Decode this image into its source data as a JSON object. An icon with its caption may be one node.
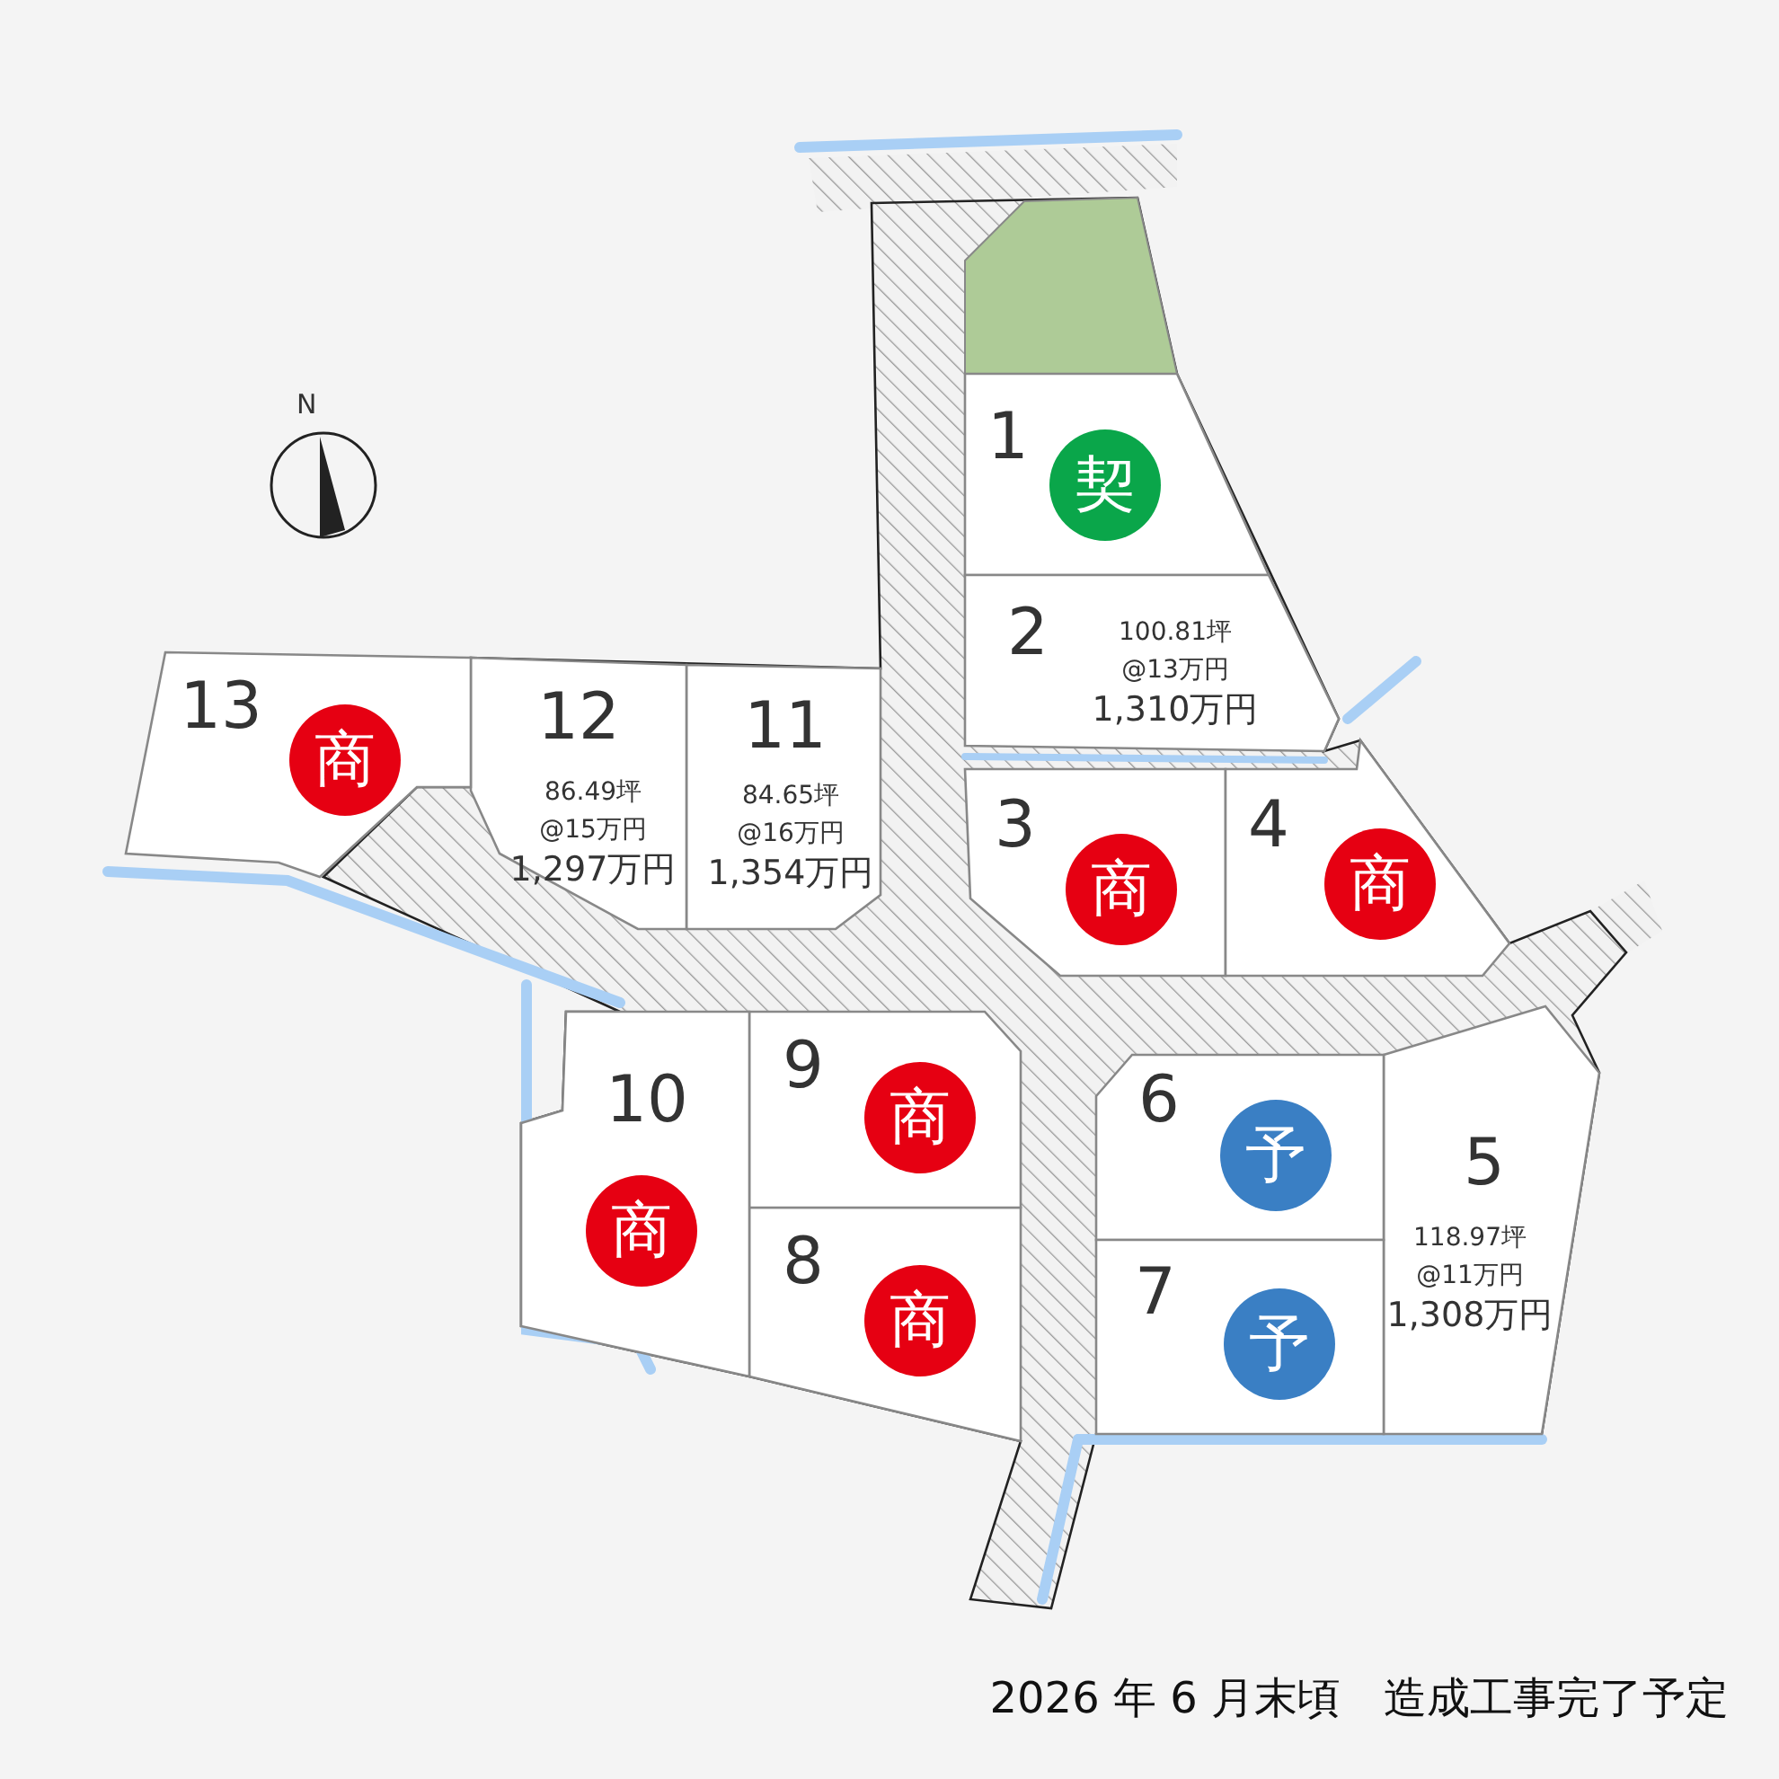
{
  "diagram": {
    "nodes": [
      {
        "text": [
          "1"
        ]
      },
      {
        "text": [
          "2",
          "100.81坪",
          "@13万円",
          "1,310万円"
        ]
      },
      {
        "text": [
          "3"
        ]
      },
      {
        "text": [
          "4"
        ]
      },
      {
        "text": [
          "5",
          "118.97坪",
          "@11万円",
          "1,308万円"
        ]
      },
      {
        "text": [
          "6"
        ]
      },
      {
        "text": [
          "7"
        ]
      },
      {
        "text": [
          "8"
        ]
      },
      {
        "text": [
          "9"
        ]
      },
      {
        "text": [
          "10"
        ]
      },
      {
        "text": [
          "11",
          "84.65坪",
          "@16万円",
          "1,354万円"
        ]
      },
      {
        "text": [
          "12",
          "86.49坪",
          "@15万円",
          "1,297万円"
        ]
      },
      {
        "text": [
          "13"
        ]
      },
      {
        "text": [
          "契"
        ],
        "in": 0
      },
      {
        "text": [
          "商"
        ],
        "in": 2
      },
      {
        "text": [
          "商"
        ],
        "in": 3
      },
      {
        "text": [
          "予"
        ],
        "in": 5
      },
      {
        "text": [
          "予"
        ],
        "in": 6
      },
      {
        "text": [
          "商"
        ],
        "in": 7
      },
      {
        "text": [
          "商"
        ],
        "in": 8
      },
      {
        "text": [
          "商"
        ],
        "in": 9
      },
      {
        "text": [
          "商"
        ],
        "in": 12
      }
    ],
    "labels": [
      "N",
      "2026 年 6 月末頃　造成工事完了予定"
    ]
  }
}
